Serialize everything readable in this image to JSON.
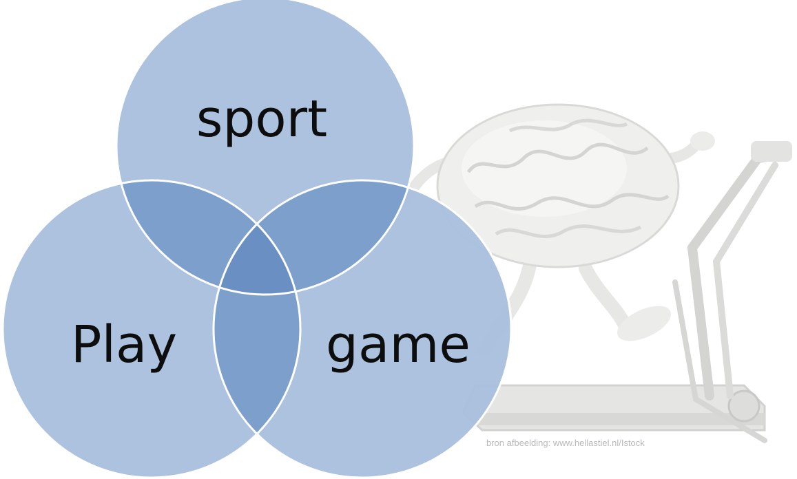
{
  "diagram": {
    "type": "venn",
    "sets": [
      {
        "key": "top",
        "label": "sport"
      },
      {
        "key": "left",
        "label": "Play"
      },
      {
        "key": "right",
        "label": "game"
      }
    ],
    "colors": {
      "circle_fill": "#a9c0dd",
      "circle_stroke": "#ffffff",
      "overlap_fill": "#7c9fcc",
      "center_fill": "#6a8fc3"
    }
  },
  "image": {
    "name": "brain-on-treadmill-illustration",
    "credit": "bron afbeelding: www.hellastiel.nl/Istock"
  }
}
